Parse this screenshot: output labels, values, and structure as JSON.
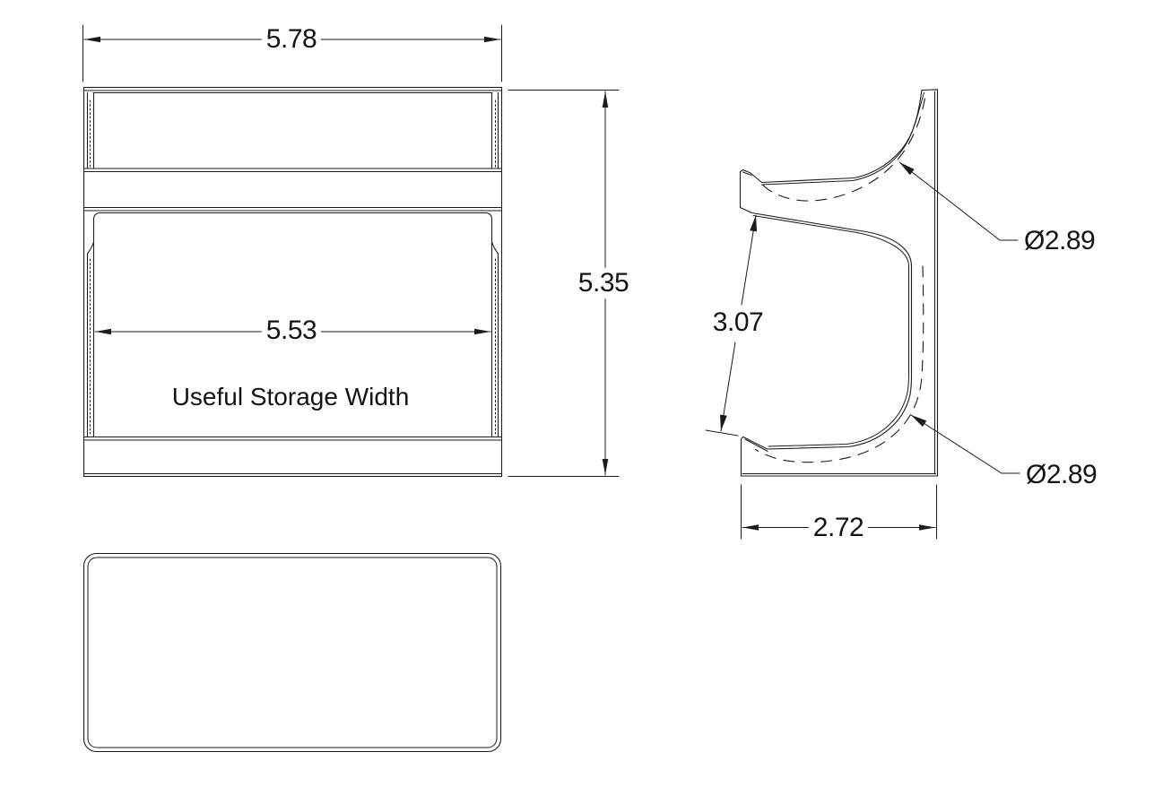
{
  "drawing": {
    "background_color": "#ffffff",
    "line_color": "#1c1c1c",
    "front_view": {
      "storage_label": "Useful Storage Width"
    },
    "dimensions": {
      "overall_width": "5.78",
      "overall_height": "5.35",
      "useful_storage_width": "5.53",
      "opening_height": "3.07",
      "top_saddle_diameter": "Ø2.89",
      "bottom_pocket_diameter": "Ø2.89",
      "base_depth": "2.72"
    }
  }
}
